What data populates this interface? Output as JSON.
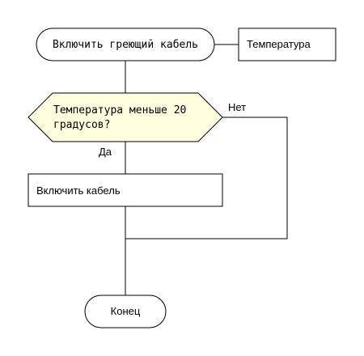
{
  "flowchart": {
    "start": {
      "label": "Включить греющий кабель"
    },
    "input": {
      "label": "Температура"
    },
    "decision": {
      "line1": "Температура меньше 20",
      "line2": "градусов?",
      "yes_label": "Да",
      "no_label": "Нет"
    },
    "action": {
      "label": "Включить кабель"
    },
    "end": {
      "label": "Конец"
    }
  },
  "colors": {
    "decision_fill": "#ffffe0",
    "stroke": "#000000",
    "background": "#ffffff"
  }
}
